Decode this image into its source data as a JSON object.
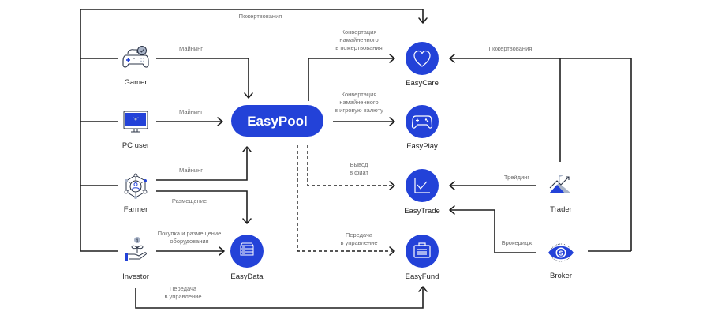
{
  "colors": {
    "brand": "#2342d8",
    "line": "#1f1f1f",
    "label": "#6b6b6b",
    "icon_light": "#a9b4c8"
  },
  "hub": {
    "label": "EasyPool"
  },
  "participants": [
    {
      "id": "gamer",
      "label": "Gamer",
      "icon": "gamepad-icon"
    },
    {
      "id": "pc-user",
      "label": "PC user",
      "icon": "monitor-icon"
    },
    {
      "id": "farmer",
      "label": "Farmer",
      "icon": "network-user-icon"
    },
    {
      "id": "investor",
      "label": "Investor",
      "icon": "plant-hand-icon"
    },
    {
      "id": "trader",
      "label": "Trader",
      "icon": "chart-mountain-icon"
    },
    {
      "id": "broker",
      "label": "Broker",
      "icon": "dollar-eye-icon"
    }
  ],
  "services": [
    {
      "id": "easycare",
      "label": "EasyCare",
      "icon": "heart-icon"
    },
    {
      "id": "easyplay",
      "label": "EasyPlay",
      "icon": "gamepad-icon"
    },
    {
      "id": "easytrade",
      "label": "EasyTrade",
      "icon": "line-chart-icon"
    },
    {
      "id": "easyfund",
      "label": "EasyFund",
      "icon": "briefcase-icon"
    },
    {
      "id": "easydata",
      "label": "EasyData",
      "icon": "server-icon"
    }
  ],
  "edges": {
    "top_donation": [
      "Пожертвования"
    ],
    "gamer_mining": [
      "Майнинг"
    ],
    "pc_mining": [
      "Майнинг"
    ],
    "farmer_mining": [
      "Майнинг"
    ],
    "farmer_placement": [
      "Размещение"
    ],
    "investor_purchase": [
      "Покупка и размещение",
      "оборудования"
    ],
    "investor_transfer": [
      "Передача",
      "в управление"
    ],
    "pool_to_care": [
      "Конвертация",
      "намайненного",
      "в пожертвования"
    ],
    "pool_to_play": [
      "Конвертация",
      "намайненного",
      "в игровую валюту"
    ],
    "pool_to_trade": [
      "Вывод",
      "в фиат"
    ],
    "pool_to_fund": [
      "Передача",
      "в управление"
    ],
    "right_donation": [
      "Пожертвования"
    ],
    "trader_trading": [
      "Трейдинг"
    ],
    "broker_brokerage": [
      "Брокеридж"
    ]
  }
}
